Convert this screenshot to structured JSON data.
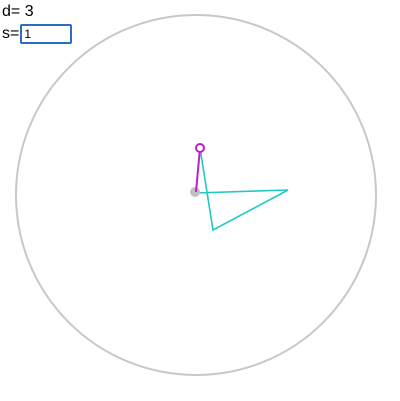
{
  "readout": {
    "d_label": "d=",
    "d_value": "3"
  },
  "s_control": {
    "label": "s=",
    "value": "1"
  },
  "colors": {
    "circle": "#c8c8c8",
    "magenta": "#c020c0",
    "cyan": "#20c8c8",
    "hub": "#c0c0c0",
    "input_border": "#2b6cc4"
  },
  "icons": {
    "handle": "open-circle",
    "hub": "filled-circle"
  }
}
